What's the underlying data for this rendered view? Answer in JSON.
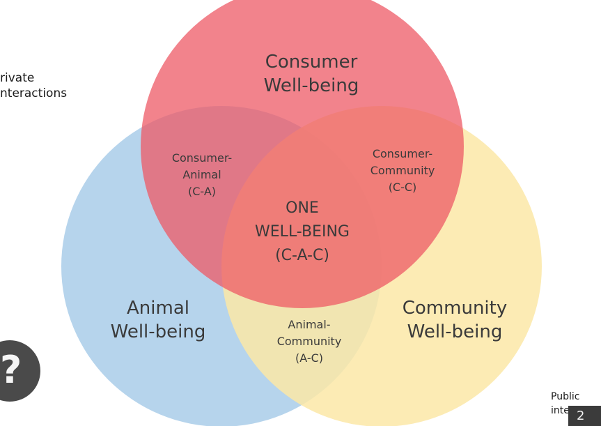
{
  "colors": {
    "consumer": "#ee5a66",
    "animal": "#a9cde9",
    "community": "#fce8a7",
    "text": "#3a3a3a"
  },
  "circles": {
    "consumer": {
      "lines": [
        "Consumer",
        "Well-being"
      ]
    },
    "animal": {
      "lines": [
        "Animal",
        "Well-being"
      ]
    },
    "community": {
      "lines": [
        "Community",
        "Well-being"
      ]
    }
  },
  "overlaps": {
    "consumer_animal": {
      "lines": [
        "Consumer-",
        "Animal",
        "(C-A)"
      ]
    },
    "consumer_community": {
      "lines": [
        "Consumer-",
        "Community",
        "(C-C)"
      ]
    },
    "animal_community": {
      "lines": [
        "Animal-",
        "Community",
        "(A-C)"
      ]
    },
    "center": {
      "lines": [
        "ONE",
        "WELL-BEING",
        "(C-A-C)"
      ]
    }
  },
  "side_notes": {
    "private": "rivate\nnteractions",
    "public": "Public\ninterac"
  },
  "page_number": "2",
  "icons": {
    "corner": "circle-badge-icon"
  },
  "corner_glyph": "?"
}
